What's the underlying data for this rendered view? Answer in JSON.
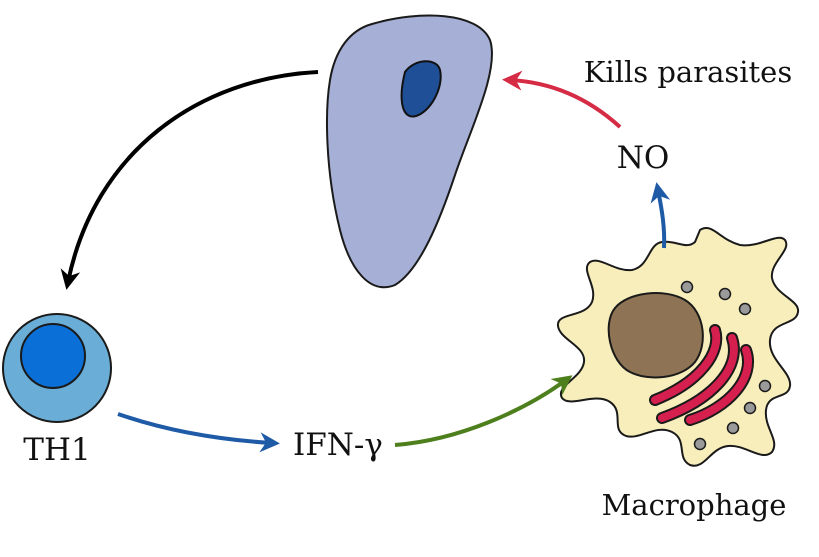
{
  "labels": {
    "th1": "TH1",
    "ifn": "IFN-γ",
    "macrophage": "Macrophage",
    "no": "NO",
    "kills": "Kills parasites"
  },
  "colors": {
    "parasite_body": "#a6b0d6",
    "parasite_nucleus": "#1f4f97",
    "th1_outer": "#6aaed7",
    "th1_inner": "#0a6fd6",
    "macrophage_body": "#f8eebb",
    "macrophage_nucleus": "#8e7454",
    "macrophage_er": "#d41f4f",
    "granule": "#9a9a9a",
    "arrow_black": "#000000",
    "arrow_blue": "#1e5aa6",
    "arrow_green": "#4e7f1d",
    "arrow_red": "#d52b45"
  }
}
